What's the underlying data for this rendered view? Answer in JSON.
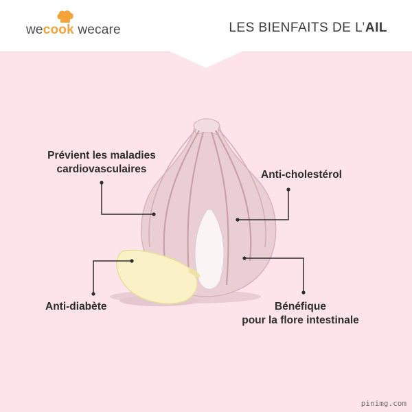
{
  "header": {
    "logo": {
      "we1": "we",
      "cook": "cook",
      "we2": " we",
      "care": "care"
    },
    "title_prefix": "LES BIENFAITS DE L’",
    "title_bold": "AIL"
  },
  "benefits": {
    "cardio_line1": "Prévient les maladies",
    "cardio_line2": "cardiovasculaires",
    "cholesterol": "Anti-cholestérol",
    "diabete": "Anti-diabète",
    "flore_line1": "Bénéfique",
    "flore_line2": "pour la flore intestinale"
  },
  "watermark": "pinimg.com",
  "colors": {
    "background": "#fce4ea",
    "header": "#ffffff",
    "accent_logo": "#f2a33a",
    "text": "#2d2d2d"
  }
}
